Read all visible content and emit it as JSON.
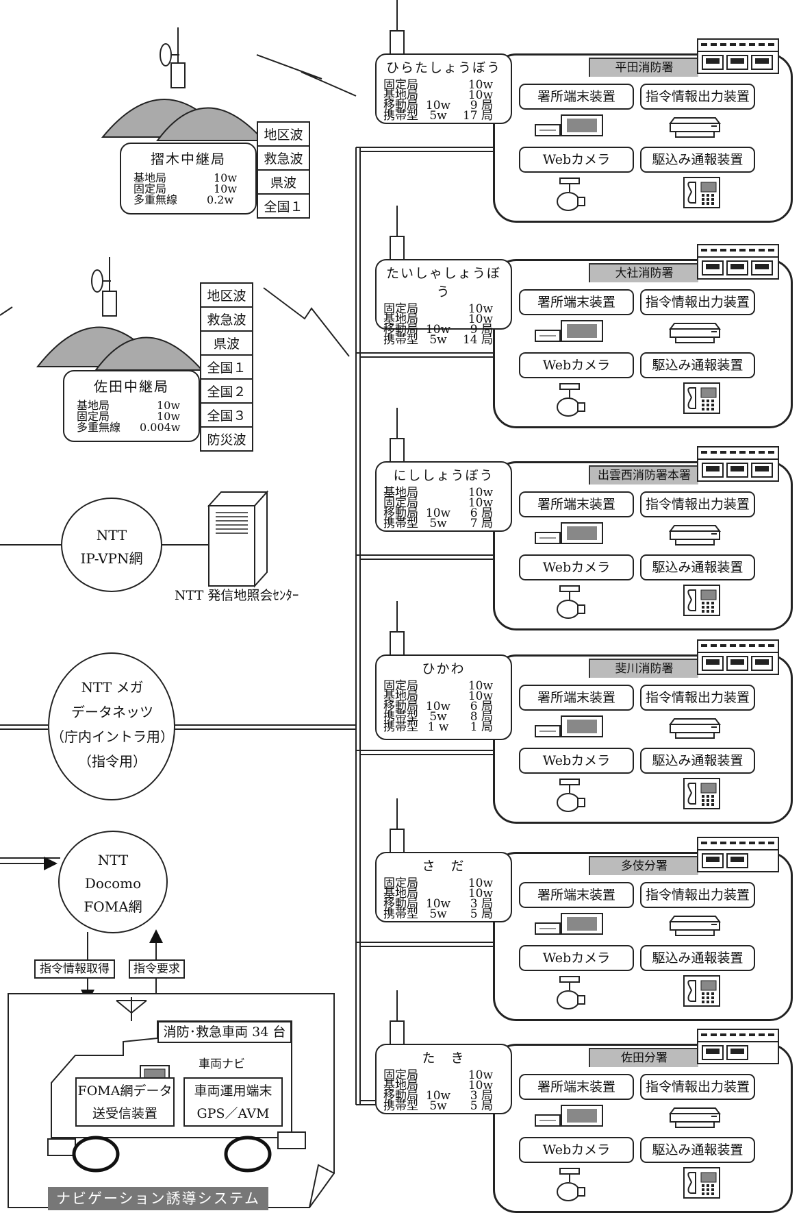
{
  "relays": [
    {
      "name": "摺木中継局",
      "rows": [
        [
          "基地局",
          "10w"
        ],
        [
          "固定局",
          "10w"
        ],
        [
          "多重無線",
          "0.2w"
        ]
      ],
      "waves": [
        "地区波",
        "救急波",
        "県波",
        "全国１"
      ]
    },
    {
      "name": "佐田中継局",
      "rows": [
        [
          "基地局",
          "10w"
        ],
        [
          "固定局",
          "10w"
        ],
        [
          "多重無線",
          "0.004w"
        ]
      ],
      "waves": [
        "地区波",
        "救急波",
        "県波",
        "全国１",
        "全国２",
        "全国３",
        "防災波"
      ]
    }
  ],
  "networks": {
    "ipvpn": {
      "line1": "NTT",
      "line2": "IP-VPN網",
      "server_label": "NTT 発信地照会ｾﾝﾀｰ"
    },
    "mega": {
      "line1": "NTT メガ",
      "line2": "データネッツ",
      "line3": "（庁内イントラ用）",
      "line4": "（指令用）"
    },
    "foma": {
      "line1": "NTT",
      "line2": "Docomo",
      "line3": "FOMA網"
    }
  },
  "navigation": {
    "arrow_down_label": "指令情報取得",
    "arrow_up_label": "指令要求",
    "vehicle_label": "消防･救急車両 34 台",
    "car_navi_label": "車両ナビ",
    "foma_device": [
      "FOMA網データ",
      "送受信装置"
    ],
    "terminal": [
      "車両運用端末",
      "GPS／AVM"
    ],
    "system_title": "ナビゲーション誘導システム"
  },
  "device_labels": {
    "terminal": "署所端末装置",
    "output": "指令情報出力装置",
    "camera": "Webカメラ",
    "alert": "駆込み通報装置"
  },
  "stations": [
    {
      "name": "平田消防署",
      "radio_name": "ひらたしょうぼう",
      "rows": [
        [
          "固定局",
          "",
          "10w"
        ],
        [
          "基地局",
          "",
          "10w"
        ],
        [
          "移動局",
          "10w",
          "9 局"
        ],
        [
          "携帯型",
          "5w",
          "17 局"
        ]
      ]
    },
    {
      "name": "大社消防署",
      "radio_name": "たいしゃしょうぼう",
      "rows": [
        [
          "固定局",
          "",
          "10w"
        ],
        [
          "基地局",
          "",
          "10w"
        ],
        [
          "移動局",
          "10w",
          "9 局"
        ],
        [
          "携帯型",
          "5w",
          "14 局"
        ]
      ]
    },
    {
      "name": "出雲西消防署本署",
      "radio_name": "にししょうぼう",
      "rows": [
        [
          "基地局",
          "",
          "10w"
        ],
        [
          "固定局",
          "",
          "10w"
        ],
        [
          "移動局",
          "10w",
          "6 局"
        ],
        [
          "携帯型",
          "5w",
          "7 局"
        ]
      ]
    },
    {
      "name": "斐川消防署",
      "radio_name": "ひかわ",
      "rows": [
        [
          "固定局",
          "",
          "10w"
        ],
        [
          "基地局",
          "",
          "10w"
        ],
        [
          "移動局",
          "10w",
          "6 局"
        ],
        [
          "携帯型",
          "5w",
          "8 局"
        ],
        [
          "携帯型",
          "1 w",
          "1 局"
        ]
      ]
    },
    {
      "name": "多伎分署",
      "radio_name": "さ　だ",
      "rows": [
        [
          "固定局",
          "",
          "10w"
        ],
        [
          "基地局",
          "",
          "10w"
        ],
        [
          "移動局",
          "10w",
          "3 局"
        ],
        [
          "携帯型",
          "5w",
          "5 局"
        ]
      ]
    },
    {
      "name": "佐田分署",
      "radio_name": "た　き",
      "rows": [
        [
          "固定局",
          "",
          "10w"
        ],
        [
          "基地局",
          "",
          "10w"
        ],
        [
          "移動局",
          "10w",
          "3 局"
        ],
        [
          "携帯型",
          "5w",
          "5 局"
        ]
      ]
    }
  ]
}
